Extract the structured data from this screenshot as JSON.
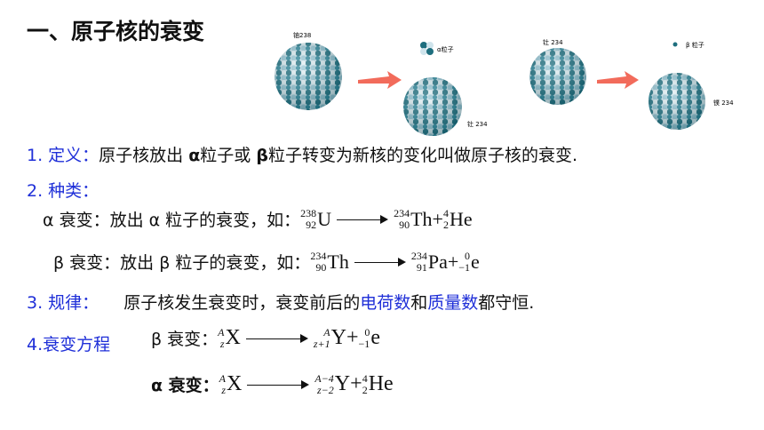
{
  "title": "一、原子核的衰变",
  "diagram": {
    "labels": {
      "u238": "铀238",
      "alpha": "α粒子",
      "th234a": "钍 234",
      "th234b": "钍 234",
      "beta": "β 粒子",
      "pa234": "镤 234"
    },
    "colors": {
      "dark": "#1e6e7e",
      "light": "#cfe4ec",
      "arrow": "#f26b5b"
    }
  },
  "items": {
    "def_num": "1. 定义：",
    "def_text_a": "原子核放出 ",
    "def_alpha": "α",
    "def_text_b": "粒子或 ",
    "def_beta": "β",
    "def_text_c": "粒子转变为新核的变化叫做原子核的衰变.",
    "type_label": "2. 种类：",
    "alpha_decay": "α 衰变：放出 α 粒子的衰变，如：",
    "beta_decay": "β 衰变：放出 β 粒子的衰变，如：",
    "law_label": "3. 规律：",
    "law_text_a": "原子核发生衰变时，衰变前后的",
    "law_charge": "电荷数",
    "law_text_b": "和",
    "law_mass": "质量数",
    "law_text_c": "都守恒.",
    "eq_label": "4.衰变方程",
    "beta_eq_label": "β 衰变：",
    "alpha_eq_label": "α 衰变："
  },
  "equations": {
    "ex_alpha": {
      "lhs": {
        "sym": "U",
        "mass": "238",
        "z": "92"
      },
      "p1": {
        "sym": "Th",
        "mass": "234",
        "z": "90"
      },
      "plus": "+",
      "p2": {
        "sym": "He",
        "mass": "4",
        "z": "2"
      }
    },
    "ex_beta": {
      "lhs": {
        "sym": "Th",
        "mass": "234",
        "z": "90"
      },
      "p1": {
        "sym": "Pa",
        "mass": "234",
        "z": "91"
      },
      "plus": "+",
      "p2": {
        "sym": "e",
        "mass": "0",
        "z": "−1"
      }
    },
    "gen_beta": {
      "lhs": {
        "sym": "X",
        "mass": "A",
        "z": "z"
      },
      "p1": {
        "sym": "Y",
        "mass": "A",
        "z": "z+1"
      },
      "plus": "+",
      "p2": {
        "sym": "e",
        "mass": "0",
        "z": "−1"
      }
    },
    "gen_alpha": {
      "lhs": {
        "sym": "X",
        "mass": "A",
        "z": "z"
      },
      "p1": {
        "sym": "Y",
        "mass": "A−4",
        "z": "z−2"
      },
      "plus": "+",
      "p2": {
        "sym": "He",
        "mass": "4",
        "z": "2"
      }
    }
  }
}
